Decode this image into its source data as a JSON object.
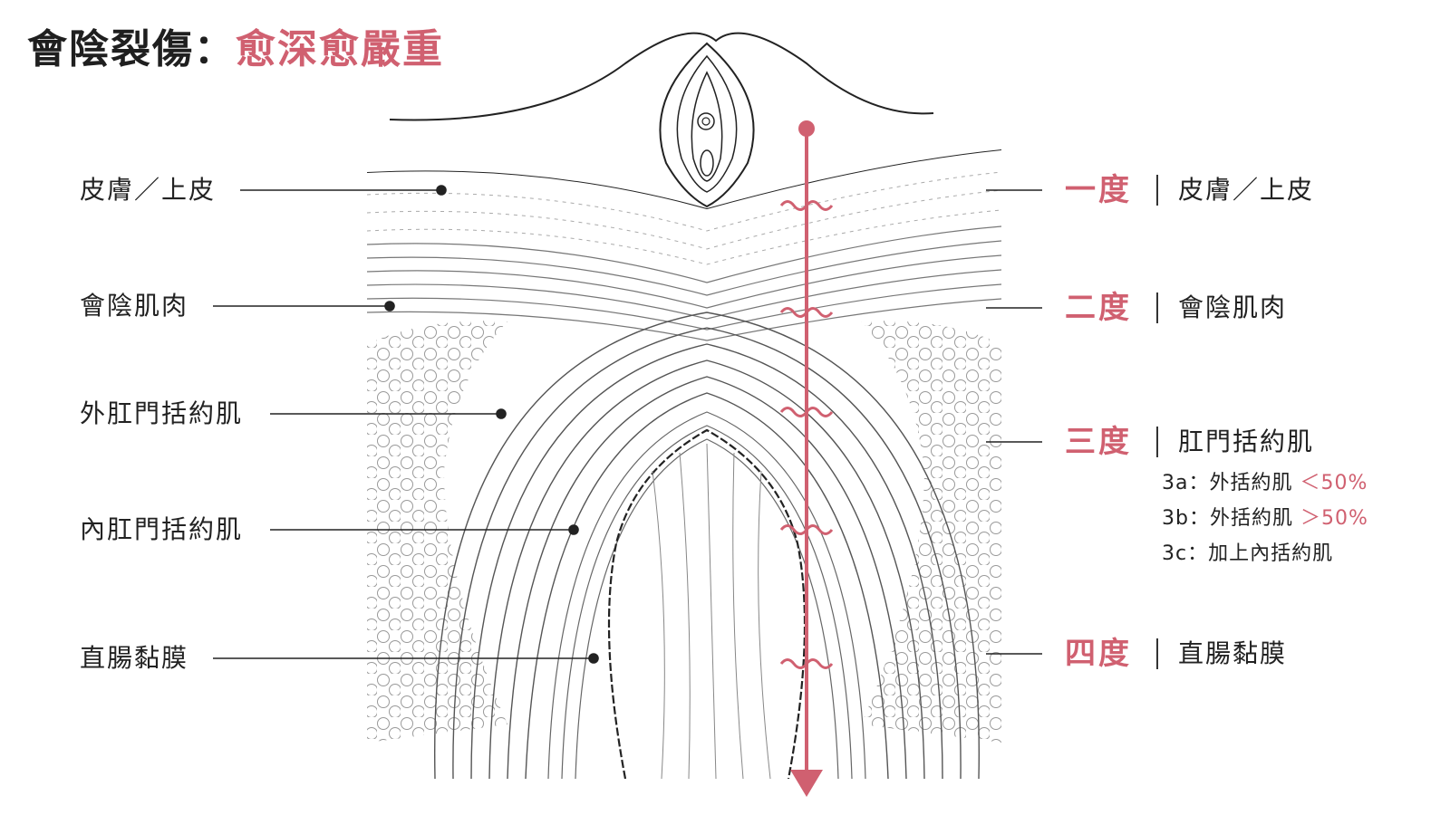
{
  "title": {
    "main": "會陰裂傷：",
    "emphasis": "愈深愈嚴重"
  },
  "left_labels": [
    {
      "key": "skin",
      "text": "皮膚／上皮"
    },
    {
      "key": "perineal",
      "text": "會陰肌肉"
    },
    {
      "key": "eas",
      "text": "外肛門括約肌"
    },
    {
      "key": "ias",
      "text": "內肛門括約肌"
    },
    {
      "key": "mucosa",
      "text": "直腸黏膜"
    }
  ],
  "degrees": [
    {
      "degree": "一度",
      "layer": "皮膚／上皮"
    },
    {
      "degree": "二度",
      "layer": "會陰肌肉"
    },
    {
      "degree": "三度",
      "layer": "肛門括約肌"
    },
    {
      "degree": "四度",
      "layer": "直腸黏膜"
    }
  ],
  "third_degree_sub": [
    {
      "code": "3a：外括約肌",
      "pct": "＜50%"
    },
    {
      "code": "3b：外括約肌",
      "pct": "＞50%"
    },
    {
      "code": "3c：加上內括約肌",
      "pct": ""
    }
  ],
  "colors": {
    "accent": "#d06070",
    "line": "#333333"
  }
}
